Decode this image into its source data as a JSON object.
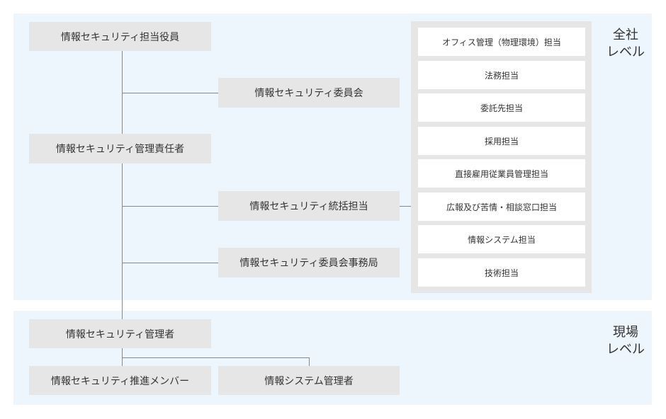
{
  "levels": {
    "company": {
      "line1": "全社",
      "line2": "レベル"
    },
    "site": {
      "line1": "現場",
      "line2": "レベル"
    }
  },
  "nodes": {
    "executive": "情報セキュリティ担当役員",
    "committee": "情報セキュリティ委員会",
    "manager_responsible": "情報セキュリティ管理責任者",
    "general_manager": "情報セキュリティ統括担当",
    "committee_office": "情報セキュリティ委員会事務局",
    "security_admin": "情報セキュリティ管理者",
    "promotion_member": "情報セキュリティ推進メンバー",
    "system_admin": "情報システム管理者"
  },
  "departments": [
    "オフィス管理（物理環境）担当",
    "法務担当",
    "委託先担当",
    "採用担当",
    "直接雇用従業員管理担当",
    "広報及び苦情・相談窓口担当",
    "情報システム担当",
    "技術担当"
  ],
  "colors": {
    "band": "#eef6fd",
    "box": "#e6e6e6",
    "line": "#888888"
  }
}
